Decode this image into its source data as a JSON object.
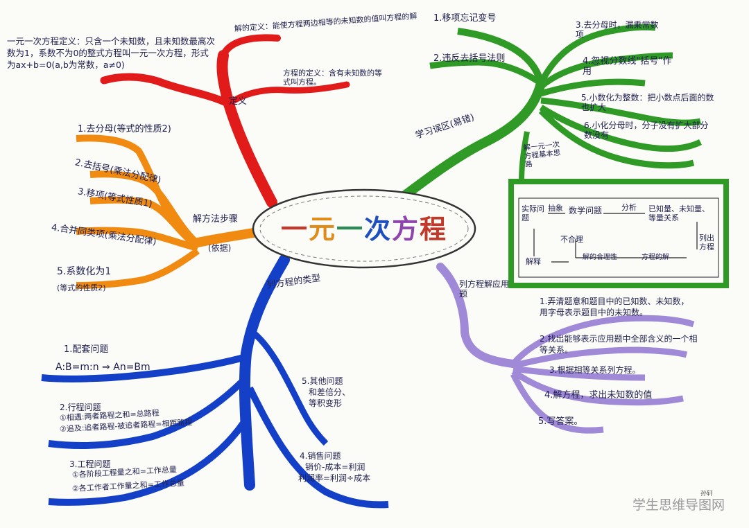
{
  "title": "一元一次方程",
  "title_chars": [
    "一",
    "元",
    "一",
    "次",
    "方",
    "程"
  ],
  "title_colors": [
    "#c0392b",
    "#e08a1a",
    "#2e8b57",
    "#1f4fbf",
    "#8e44ad",
    "#c0392b"
  ],
  "colors": {
    "red": "#e11a1a",
    "green": "#2f9a25",
    "orange": "#f08a10",
    "blue": "#1440c8",
    "purple": "#a08ad8"
  },
  "definition": {
    "label": "定义",
    "items": [
      "方程的定义：含有未知数的等式叫方程。",
      "解的定义：能使方程两边相等的未知数的值叫方程的解",
      "一元一次方程定义：只含一个未知数，且未知数最高次数为1，系数不为0的整式方程叫一元一次方程，形式为ax+b=0(a,b为常数，a≠0)"
    ]
  },
  "steps": {
    "label": "解方法步骤",
    "sub": "(依据)",
    "items": [
      "1.去分母(等式的性质2)",
      "2.去括号(乘法分配律)",
      "3.移项(等式性质1)",
      "4.合并同类项(乘法分配律)",
      "5.系数化为1",
      "(等式的性质2)"
    ]
  },
  "mistakes": {
    "label": "学习误区(易错)",
    "items": [
      "1.移项忘记变号",
      "2.违反去括号法则",
      "3.去分母时，漏乘常数项",
      "4.忽视分数线\"括号\"作用",
      "5.小数化为整数：把小数点后面的数也扩大",
      "6.小化分母时，分子没有扩大部分数没有"
    ]
  },
  "flow": {
    "label": "解一元一次方程基本思路",
    "real": "实际问题",
    "abstract": "抽象",
    "math": "数学问题",
    "analyze": "分析",
    "known": "已知量、未知量、等量关系",
    "list": "列出方程",
    "solve": "解释",
    "reasonable": "不合理",
    "back": "解的合理性",
    "solution": "方程的解"
  },
  "types": {
    "label": "列方程的类型",
    "items": [
      {
        "head": "1.配套问题",
        "lines": [
          "A:B=m:n ⇒ An=Bm"
        ]
      },
      {
        "head": "2.行程问题",
        "lines": [
          "①相遇:两者路程之和=总路程",
          "②追及:追者路程-被追者路程=相距路程"
        ]
      },
      {
        "head": "3.工程问题",
        "lines": [
          "①各阶段工程量之和=工作总量",
          "②各工作者工作量之和=工作总量"
        ]
      },
      {
        "head": "4.销售问题",
        "lines": [
          "销价-成本=利润",
          "利润率=利润÷成本"
        ]
      },
      {
        "head": "5.其他问题",
        "lines": [
          "和差倍分、",
          "等积变形"
        ]
      }
    ]
  },
  "application": {
    "label": "列方程解应用题",
    "items": [
      "1.弄清题意和题目中的已知数、未知数，用字母表示题目中的未知数。",
      "2.找出能够表示应用题中全部含义的一个相等关系。",
      "3.根据相等关系列方程。",
      "4.解方程，求出未知数的值",
      "5.写答案。"
    ]
  },
  "watermark": "学生思维导图网",
  "signature": "孙轩"
}
